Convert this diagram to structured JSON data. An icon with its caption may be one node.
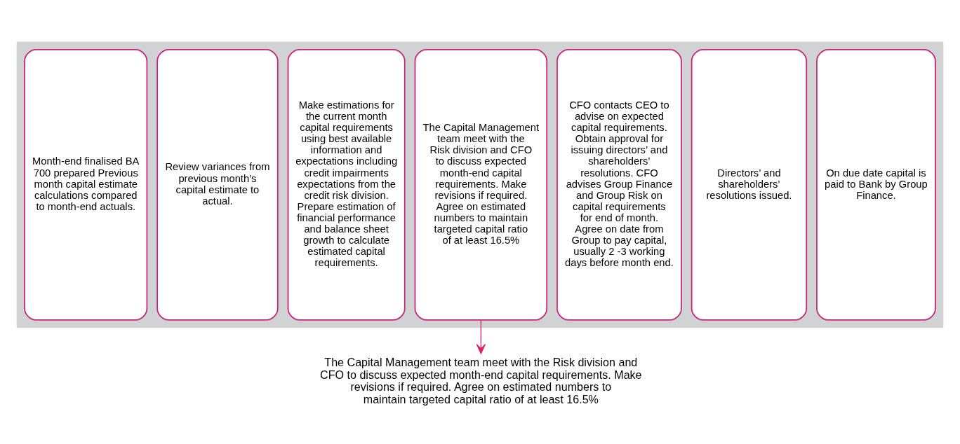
{
  "diagram": {
    "nodes": [
      {
        "text": [],
        "shape": "arrow"
      },
      {
        "text": [
          "Month-end finalised BA 700 prepared Previous month capital estimate calculations compared to month-end actuals."
        ],
        "in": 0
      },
      {
        "text": [
          "Review variances from previous month’s capital estimate to actual."
        ],
        "in": 0
      },
      {
        "text": [
          "Make estimations for the current month capital requirements using best available information and expectations including credit impairments expectations from the credit risk division. Prepare estimation of financial performance and balance sheet growth to calculate estimated capital requirements."
        ],
        "in": 0
      },
      {
        "text": [
          "The Capital Management team meet with the Risk division and CFO to discuss expected month-end capital requirements. Make revisions if required. Agree on estimated numbers to maintain targeted capital ratio of at least 16.5%"
        ],
        "in": 0
      },
      {
        "text": [
          "CFO contacts CEO to advise on expected capital requirements. Obtain approval for issuing directors’ and shareholders’ resolutions. CFO advises Group Finance and Group Risk on capital requirements for end of month. Agree on date from Group to pay capital, usually 2 -3 working days before month end."
        ],
        "in": 0
      },
      {
        "text": [
          "Directors’ and shareholders’ resolutions issued."
        ],
        "in": 0
      },
      {
        "text": [
          "On due date capital is paid to Bank by Group Finance."
        ],
        "in": 0
      },
      {
        "text": [
          "The Capital Management team meet with the Risk division and CFO to discuss expected month-end capital requirements. Make revisions if required. Agree on estimated numbers to maintain targeted capital ratio of at least 16.5%"
        ]
      }
    ],
    "edges": [
      {
        "from": 4,
        "to": 8,
        "arrow": "to",
        "color": "#d6246e"
      }
    ]
  }
}
